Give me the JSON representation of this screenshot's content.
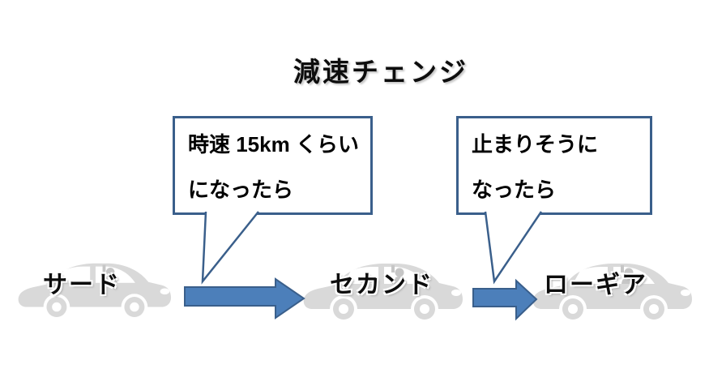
{
  "title": "減速チェンジ",
  "callouts": [
    {
      "name": "speed-condition",
      "lines": [
        "時速 15km くらい",
        "になったら"
      ]
    },
    {
      "name": "stop-condition",
      "lines": [
        "止まりそうに",
        "なったら"
      ]
    }
  ],
  "gears": [
    {
      "label": "サード"
    },
    {
      "label": "セカンド"
    },
    {
      "label": "ローギア"
    }
  ],
  "colors": {
    "arrow_fill": "#4C7FBA",
    "outline_blue": "#3A5F8B",
    "car_gray": "#D9D9D9",
    "driver_gray": "#c6c6c6"
  }
}
